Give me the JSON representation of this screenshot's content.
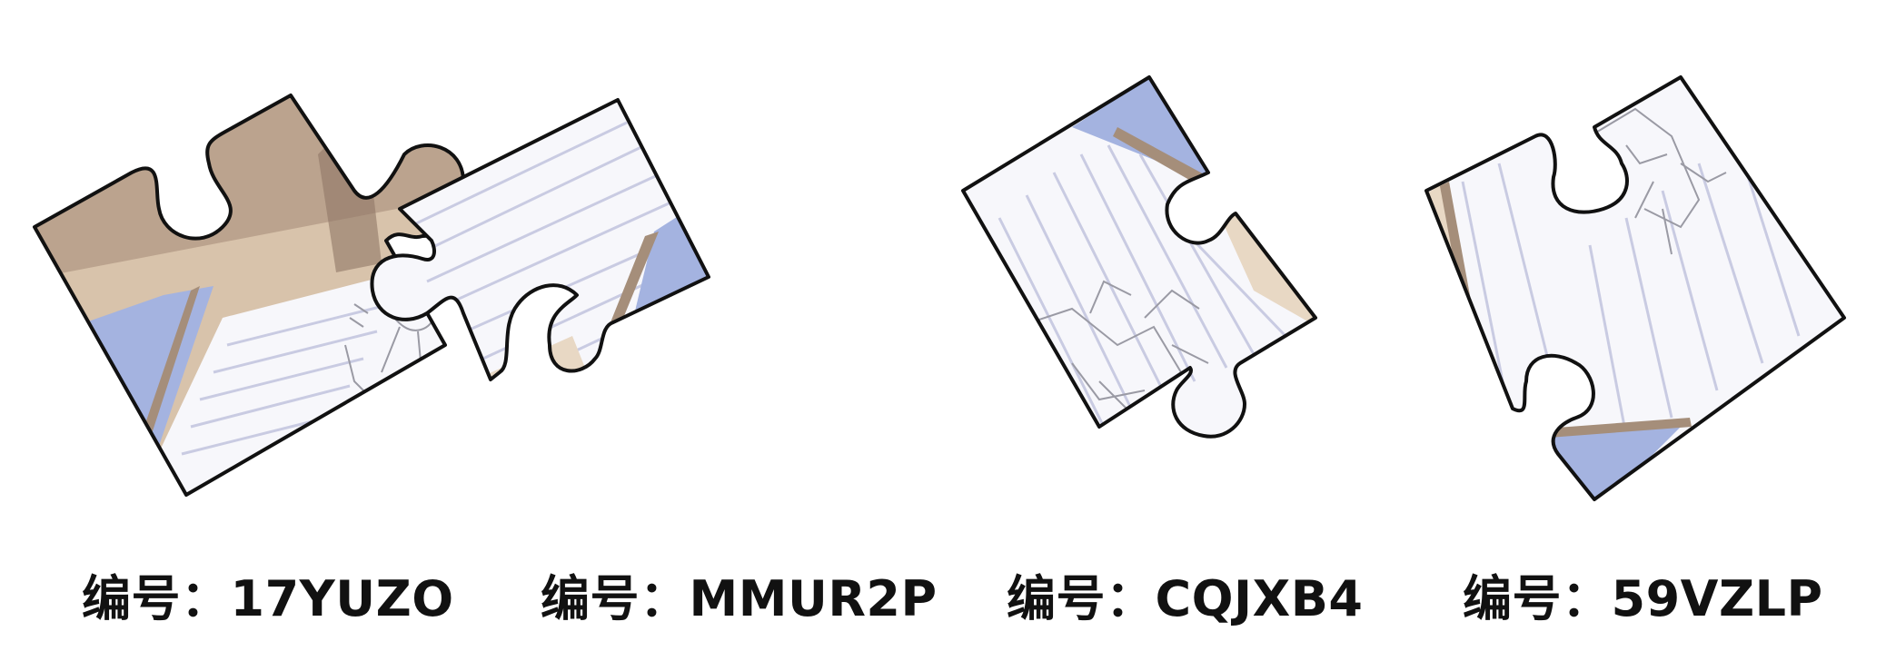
{
  "colors": {
    "outline": "#111111",
    "paper": "#f7f7fb",
    "rule_line": "#c9cbe2",
    "sky_blue": "#a4b3e0",
    "wall_beige": "#d8c3ab",
    "shadow_brown": "#a58e7a",
    "sketch": "#9a9aa4"
  },
  "pieces": [
    {
      "id": "piece-1",
      "label_prefix": "编号：",
      "code": "17YUZO",
      "icon": "jigsaw-piece-icon",
      "content": "room-corner-with-notebook-and-sketch"
    },
    {
      "id": "piece-2",
      "label_prefix": "编号：",
      "code": "MMUR2P",
      "icon": "jigsaw-piece-icon",
      "content": "lined-paper-with-sky-corner"
    },
    {
      "id": "piece-3",
      "label_prefix": "编号：",
      "code": "CQJXB4",
      "icon": "jigsaw-piece-icon",
      "content": "lined-paper-with-figure-sketch"
    },
    {
      "id": "piece-4",
      "label_prefix": "编号：",
      "code": "59VZLP",
      "icon": "jigsaw-piece-icon",
      "content": "lined-paper-with-figure-sketch-and-sky"
    }
  ]
}
